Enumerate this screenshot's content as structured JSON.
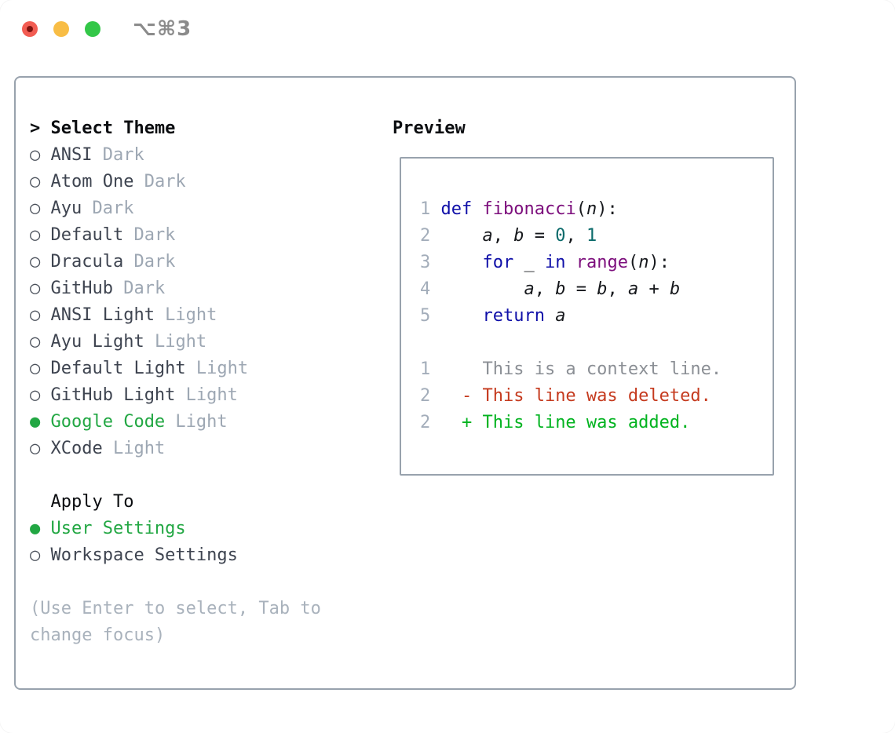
{
  "window": {
    "title": "⌥⌘3",
    "traffic_lights": [
      "close",
      "minimize",
      "zoom"
    ]
  },
  "colors": {
    "accent_green": "#22a743",
    "panel_border": "#98a2ad",
    "item_text": "#3e4450",
    "variant_text": "#9da7b3",
    "help_text": "#a9b2bc",
    "syntax_keyword": "#0f0fa8",
    "syntax_function": "#7c0e7c",
    "syntax_number": "#0b6b6b",
    "diff_context": "#8b8f95",
    "diff_deleted": "#c53a1e",
    "diff_added": "#00b31f",
    "traffic_red": "#f25c52",
    "traffic_yellow": "#f8bd45",
    "traffic_green": "#33c748"
  },
  "theme_picker": {
    "header": {
      "prefix": ">",
      "label": "Select Theme"
    },
    "items": [
      {
        "name": "ANSI",
        "variant": "Dark",
        "selected": false
      },
      {
        "name": "Atom One",
        "variant": "Dark",
        "selected": false
      },
      {
        "name": "Ayu",
        "variant": "Dark",
        "selected": false
      },
      {
        "name": "Default",
        "variant": "Dark",
        "selected": false
      },
      {
        "name": "Dracula",
        "variant": "Dark",
        "selected": false
      },
      {
        "name": "GitHub",
        "variant": "Dark",
        "selected": false
      },
      {
        "name": "ANSI Light",
        "variant": "Light",
        "selected": false
      },
      {
        "name": "Ayu Light",
        "variant": "Light",
        "selected": false
      },
      {
        "name": "Default Light",
        "variant": "Light",
        "selected": false
      },
      {
        "name": "GitHub Light",
        "variant": "Light",
        "selected": false
      },
      {
        "name": "Google Code",
        "variant": "Light",
        "selected": true
      },
      {
        "name": "XCode",
        "variant": "Light",
        "selected": false
      }
    ],
    "apply_to": {
      "label": "Apply To",
      "options": [
        {
          "name": "User Settings",
          "selected": true
        },
        {
          "name": "Workspace Settings",
          "selected": false
        }
      ]
    },
    "help_text": "(Use Enter to select, Tab to change focus)"
  },
  "preview": {
    "label": "Preview",
    "code_lines": [
      {
        "number": "1",
        "tokens": [
          {
            "t": "def",
            "c": "kwd"
          },
          {
            "t": " ",
            "c": "pln"
          },
          {
            "t": "fibonacci",
            "c": "fn"
          },
          {
            "t": "(",
            "c": "pln"
          },
          {
            "t": "n",
            "c": "var"
          },
          {
            "t": "):",
            "c": "pln"
          }
        ]
      },
      {
        "number": "2",
        "tokens": [
          {
            "t": "    ",
            "c": "pln"
          },
          {
            "t": "a",
            "c": "var"
          },
          {
            "t": ", ",
            "c": "pln"
          },
          {
            "t": "b",
            "c": "var"
          },
          {
            "t": " = ",
            "c": "pln"
          },
          {
            "t": "0",
            "c": "num"
          },
          {
            "t": ", ",
            "c": "pln"
          },
          {
            "t": "1",
            "c": "num"
          }
        ]
      },
      {
        "number": "3",
        "tokens": [
          {
            "t": "    ",
            "c": "pln"
          },
          {
            "t": "for",
            "c": "kwd"
          },
          {
            "t": " _ ",
            "c": "pln"
          },
          {
            "t": "in",
            "c": "kwd"
          },
          {
            "t": " ",
            "c": "pln"
          },
          {
            "t": "range",
            "c": "fn"
          },
          {
            "t": "(",
            "c": "pln"
          },
          {
            "t": "n",
            "c": "var"
          },
          {
            "t": "):",
            "c": "pln"
          }
        ]
      },
      {
        "number": "4",
        "tokens": [
          {
            "t": "        ",
            "c": "pln"
          },
          {
            "t": "a",
            "c": "var"
          },
          {
            "t": ", ",
            "c": "pln"
          },
          {
            "t": "b",
            "c": "var"
          },
          {
            "t": " = ",
            "c": "pln"
          },
          {
            "t": "b",
            "c": "var"
          },
          {
            "t": ", ",
            "c": "pln"
          },
          {
            "t": "a",
            "c": "var"
          },
          {
            "t": " + ",
            "c": "pln"
          },
          {
            "t": "b",
            "c": "var"
          }
        ]
      },
      {
        "number": "5",
        "tokens": [
          {
            "t": "    ",
            "c": "pln"
          },
          {
            "t": "return",
            "c": "kwd"
          },
          {
            "t": " ",
            "c": "pln"
          },
          {
            "t": "a",
            "c": "var"
          }
        ]
      }
    ],
    "diff_lines": [
      {
        "number": "1",
        "kind": "context",
        "sign": "",
        "text": "This is a context line."
      },
      {
        "number": "2",
        "kind": "deleted",
        "sign": "-",
        "text": "This line was deleted."
      },
      {
        "number": "2",
        "kind": "added",
        "sign": "+",
        "text": "This line was added."
      }
    ]
  }
}
